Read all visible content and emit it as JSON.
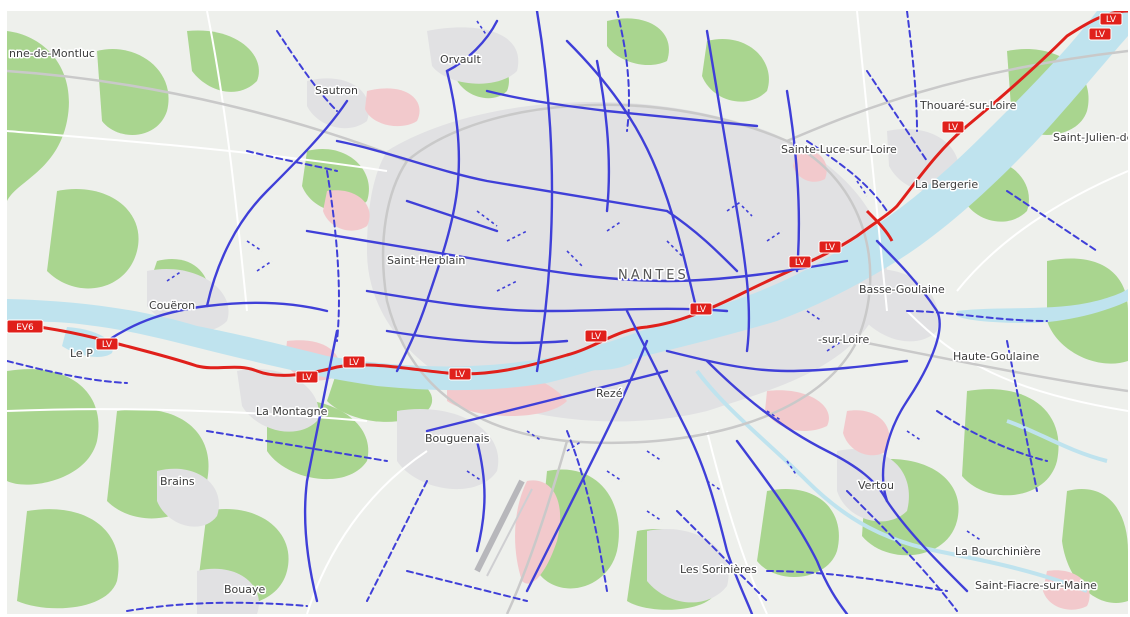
{
  "map": {
    "places": [
      {
        "id": "la-chapelle",
        "label": "nne-de-Montluc"
      },
      {
        "id": "orvault",
        "label": "Orvault"
      },
      {
        "id": "sautron",
        "label": "Sautron"
      },
      {
        "id": "thouare",
        "label": "Thouaré-sur-Loire"
      },
      {
        "id": "saint-julien",
        "label": "Saint-Julien-de"
      },
      {
        "id": "sainte-luce",
        "label": "Sainte-Luce-sur-Loire"
      },
      {
        "id": "la-bergerie",
        "label": "La Bergerie"
      },
      {
        "id": "saint-herblain",
        "label": "Saint-Herblain"
      },
      {
        "id": "nantes",
        "label": "NANTES"
      },
      {
        "id": "basse-goulaine",
        "label": "Basse-Goulaine"
      },
      {
        "id": "coueron",
        "label": "Couëron"
      },
      {
        "id": "le-pellerin",
        "label": "Le P"
      },
      {
        "id": "saint-sebastien",
        "label": "-sur-Loire"
      },
      {
        "id": "haute-goulaine",
        "label": "Haute-Goulaine"
      },
      {
        "id": "reze",
        "label": "Rezé"
      },
      {
        "id": "la-montagne",
        "label": "La Montagne"
      },
      {
        "id": "bouguenais",
        "label": "Bouguenais"
      },
      {
        "id": "brains",
        "label": "Brains"
      },
      {
        "id": "vertou",
        "label": "Vertou"
      },
      {
        "id": "la-bourchiniere",
        "label": "La Bourchinière"
      },
      {
        "id": "les-sorinieres",
        "label": "Les Sorinières"
      },
      {
        "id": "saint-fiacre",
        "label": "Saint-Fiacre-sur-Maine"
      },
      {
        "id": "bouaye",
        "label": "Bouaye"
      }
    ],
    "route_shields": [
      {
        "id": "ev6",
        "label": "EV6"
      },
      {
        "id": "lv-1",
        "label": "LV"
      },
      {
        "id": "lv-2",
        "label": "LV"
      },
      {
        "id": "lv-3",
        "label": "LV"
      },
      {
        "id": "lv-4",
        "label": "LV"
      },
      {
        "id": "lv-5",
        "label": "LV"
      },
      {
        "id": "lv-6",
        "label": "LV"
      },
      {
        "id": "lv-7",
        "label": "LV"
      },
      {
        "id": "lv-8",
        "label": "LV"
      },
      {
        "id": "lv-9",
        "label": "LV"
      },
      {
        "id": "lv-10",
        "label": "LV"
      },
      {
        "id": "lv-11",
        "label": "LV"
      }
    ],
    "colors": {
      "base": "#eef0ec",
      "forest": "#a9d58f",
      "urban": "#e1e1e3",
      "industrial": "#f2c9cc",
      "water": "#bfe3ee",
      "cycle_route": "#3f3fd8",
      "eurovelo_route": "#e0201b",
      "road": "#ffffff",
      "major_road": "#c9c9c9"
    }
  }
}
